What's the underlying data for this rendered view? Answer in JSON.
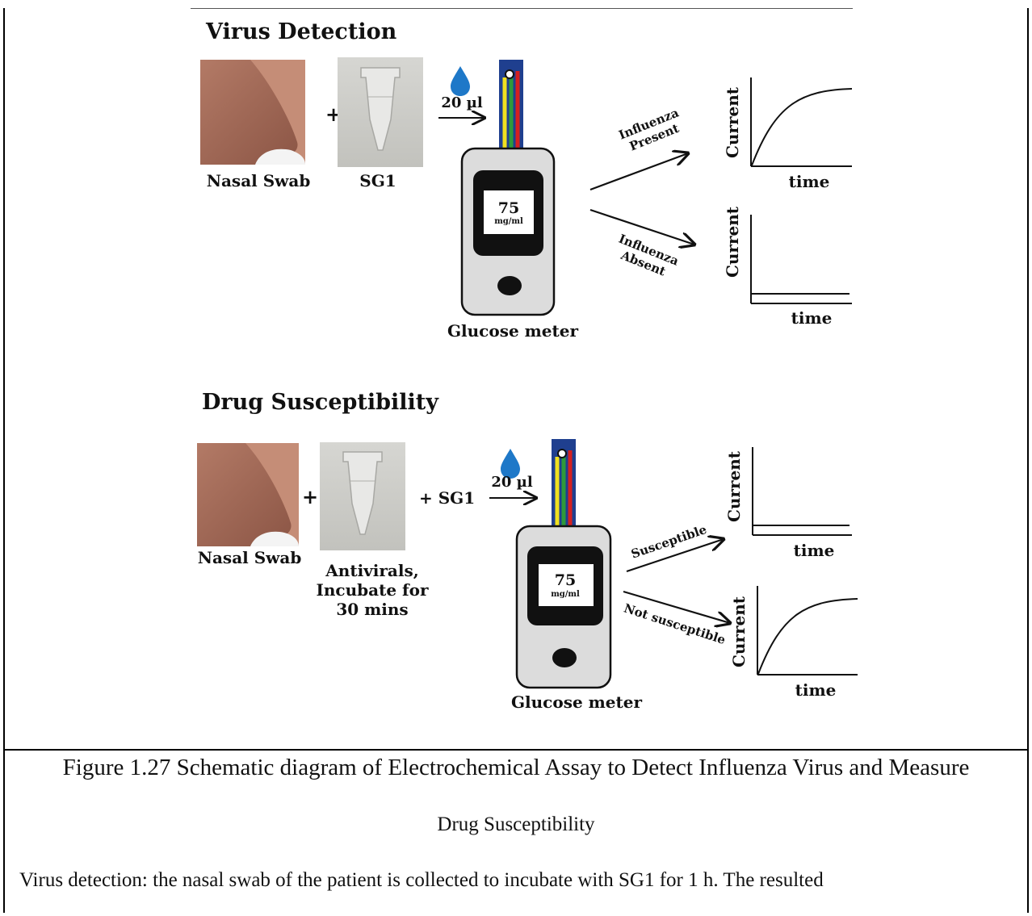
{
  "virus_detection": {
    "heading": "Virus Detection",
    "nasal_swab_label": "Nasal Swab",
    "tube_label": "SG1",
    "plus": "+",
    "volume": "20 µl",
    "meter": {
      "reading": "75",
      "unit": "mg/ml",
      "label": "Glucose meter"
    },
    "branch_top": [
      "Influenza",
      "Present"
    ],
    "branch_bottom": [
      "Influenza",
      "Absent"
    ],
    "graph_top": {
      "ylabel": "Current",
      "xlabel": "time"
    },
    "graph_bottom": {
      "ylabel": "Current",
      "xlabel": "time"
    }
  },
  "drug_susceptibility": {
    "heading": "Drug Susceptibility",
    "nasal_swab_label": "Nasal Swab",
    "tube_label": [
      "Antivirals,",
      "Incubate for",
      "30 mins"
    ],
    "plus": "+",
    "plus_sg1": "+ SG1",
    "volume": "20 µl",
    "meter": {
      "reading": "75",
      "unit": "mg/ml",
      "label": "Glucose meter"
    },
    "branch_top": "Susceptible",
    "branch_bottom": "Not susceptible",
    "graph_top": {
      "ylabel": "Current",
      "xlabel": "time"
    },
    "graph_bottom": {
      "ylabel": "Current",
      "xlabel": "time"
    }
  },
  "caption": {
    "title_line1": "Figure 1.27 Schematic diagram of Electrochemical Assay to Detect Influenza Virus and Measure",
    "title_line2": "Drug Susceptibility",
    "body": "Virus detection: the nasal swab of the patient is collected to incubate with SG1 for 1 h. The resulted"
  },
  "colors": {
    "strip_blue": "#1f3f8f",
    "strip_yellow": "#f0e020",
    "strip_green": "#2e9a3a",
    "strip_red": "#d42020",
    "drop": "#1e78c8",
    "meter_body": "#dcdcdc",
    "screen": "#111111"
  }
}
